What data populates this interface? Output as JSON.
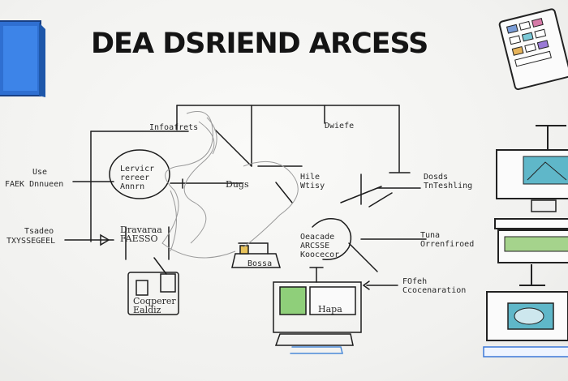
{
  "title": "DEA DSRIEND ARCESS",
  "labels": {
    "top_center": "Infoafrets",
    "top_right_node": "Dwiefe",
    "left_top_a": "Use",
    "left_top_b": "FAEK Dnnueen",
    "left_mid_a": "Tsadeo",
    "left_mid_b": "TXYSSEGEEL",
    "circle_node": "Lervicr\nrereer\nAnnrn",
    "dugs": "Dugs",
    "wtiy": "Hile\nWtisy",
    "right_top": "Dosds\nTnTeshling",
    "frame_node": "Dravaraa\nFAESSO",
    "access_node": "Oeacade\nARCSSE\nKoocecor",
    "bossa": "Bossa",
    "right_mid": "Tuna\nOrrenfiroed",
    "computer": "Coqperer\nEaldiz",
    "forsh": "FOfeh\nCcocenaration",
    "monitor_label": "Hapa"
  },
  "colors": {
    "ink": "#1a1a1a",
    "accent_blue": "#2f6fd1",
    "screen_green": "#8fcf7a",
    "screen_teal": "#5fb7c9"
  },
  "icons": {
    "top_left": "notebook-icon",
    "top_right": "tablet-ui-icon",
    "right_1": "monitor-icon",
    "right_2": "printer-icon",
    "right_3": "camera-device-icon",
    "center": "computer-monitor-icon",
    "small_device": "printer-small-icon",
    "computer": "computer-icon"
  }
}
